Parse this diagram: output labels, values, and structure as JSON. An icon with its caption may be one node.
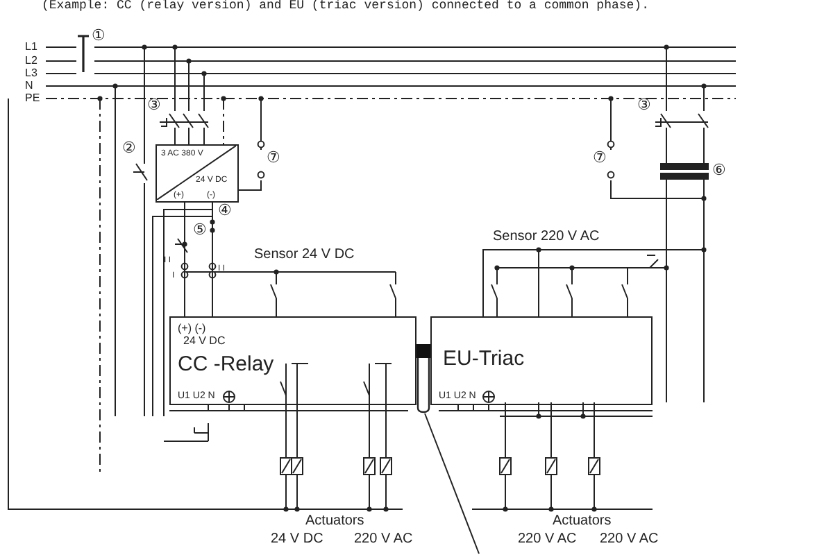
{
  "diagram": {
    "nodes": [
      {
        "text": [
          "3 AC 380 V",
          "24 V DC",
          "(+)",
          "(-)"
        ]
      },
      {
        "text": [
          "(+) (-)",
          "24 V DC",
          "CC -Relay",
          "U1 U2 N"
        ]
      },
      {
        "text": [
          "EU-Triac",
          "U1 U2 N"
        ]
      },
      {
        "text": [],
        "shape": "bar"
      }
    ],
    "edges": [
      {
        "from": 0,
        "to": 1,
        "arrow": "none"
      },
      {
        "from": 0,
        "to": 1,
        "arrow": "none"
      },
      {
        "from": null,
        "to": 3,
        "arrow": "none"
      }
    ],
    "labels": [
      "(Example: CC (relay version) and EU (triac version) connected to a common phase).",
      "L1",
      "L2",
      "L3",
      "N",
      "PE",
      "①",
      "③",
      "②",
      "⑦",
      "④",
      "⑤",
      "I I",
      "I",
      "I I",
      "Sensor 24 V DC",
      "③",
      "⑦",
      "⑥",
      "Sensor 220 V AC",
      "Actuators",
      "24 V DC",
      "220 V AC",
      "Actuators",
      "220 V AC",
      "220 V AC"
    ]
  }
}
